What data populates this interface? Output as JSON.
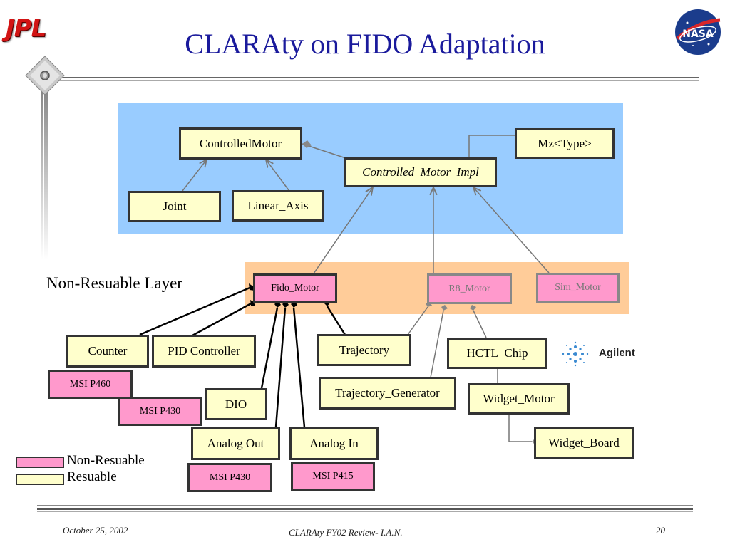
{
  "slide": {
    "title": "CLARAty on FIDO Adaptation",
    "logo_left": "JPL",
    "logo_right": "NASA"
  },
  "layers": {
    "non_reusable_layer_label": "Non-Resuable Layer"
  },
  "classes": {
    "controlled_motor": "ControlledMotor",
    "joint": "Joint",
    "linear_axis": "Linear_Axis",
    "controlled_motor_impl": "Controlled_Motor_Impl",
    "mz_type": "Mz<Type>",
    "fido_motor": "Fido_Motor",
    "r8_motor": "R8_Motor",
    "sim_motor": "Sim_Motor",
    "counter": "Counter",
    "pid_controller": "PID Controller",
    "trajectory": "Trajectory",
    "hctl_chip": "HCTL_Chip",
    "msi_p460": "MSI P460",
    "msi_p430_a": "MSI P430",
    "dio": "DIO",
    "trajectory_generator": "Trajectory_Generator",
    "widget_motor": "Widget_Motor",
    "analog_out": "Analog Out",
    "analog_in": "Analog In",
    "widget_board": "Widget_Board",
    "msi_p430_b": "MSI P430",
    "msi_p415": "MSI P415"
  },
  "vendor_logo": "Agilent",
  "legend": {
    "non_reusable": "Non-Resuable",
    "reusable": "Resuable"
  },
  "footer": {
    "date": "October 25, 2002",
    "center": "CLARAty FY02 Review- I.A.N.",
    "page": "20"
  },
  "colors": {
    "title": "#1a1a9c",
    "reusable_fill": "#ffffcc",
    "non_reusable_fill": "#ff99cc",
    "upper_layer_bg": "#99ccff",
    "adaptation_layer_bg": "#ffcc99"
  }
}
